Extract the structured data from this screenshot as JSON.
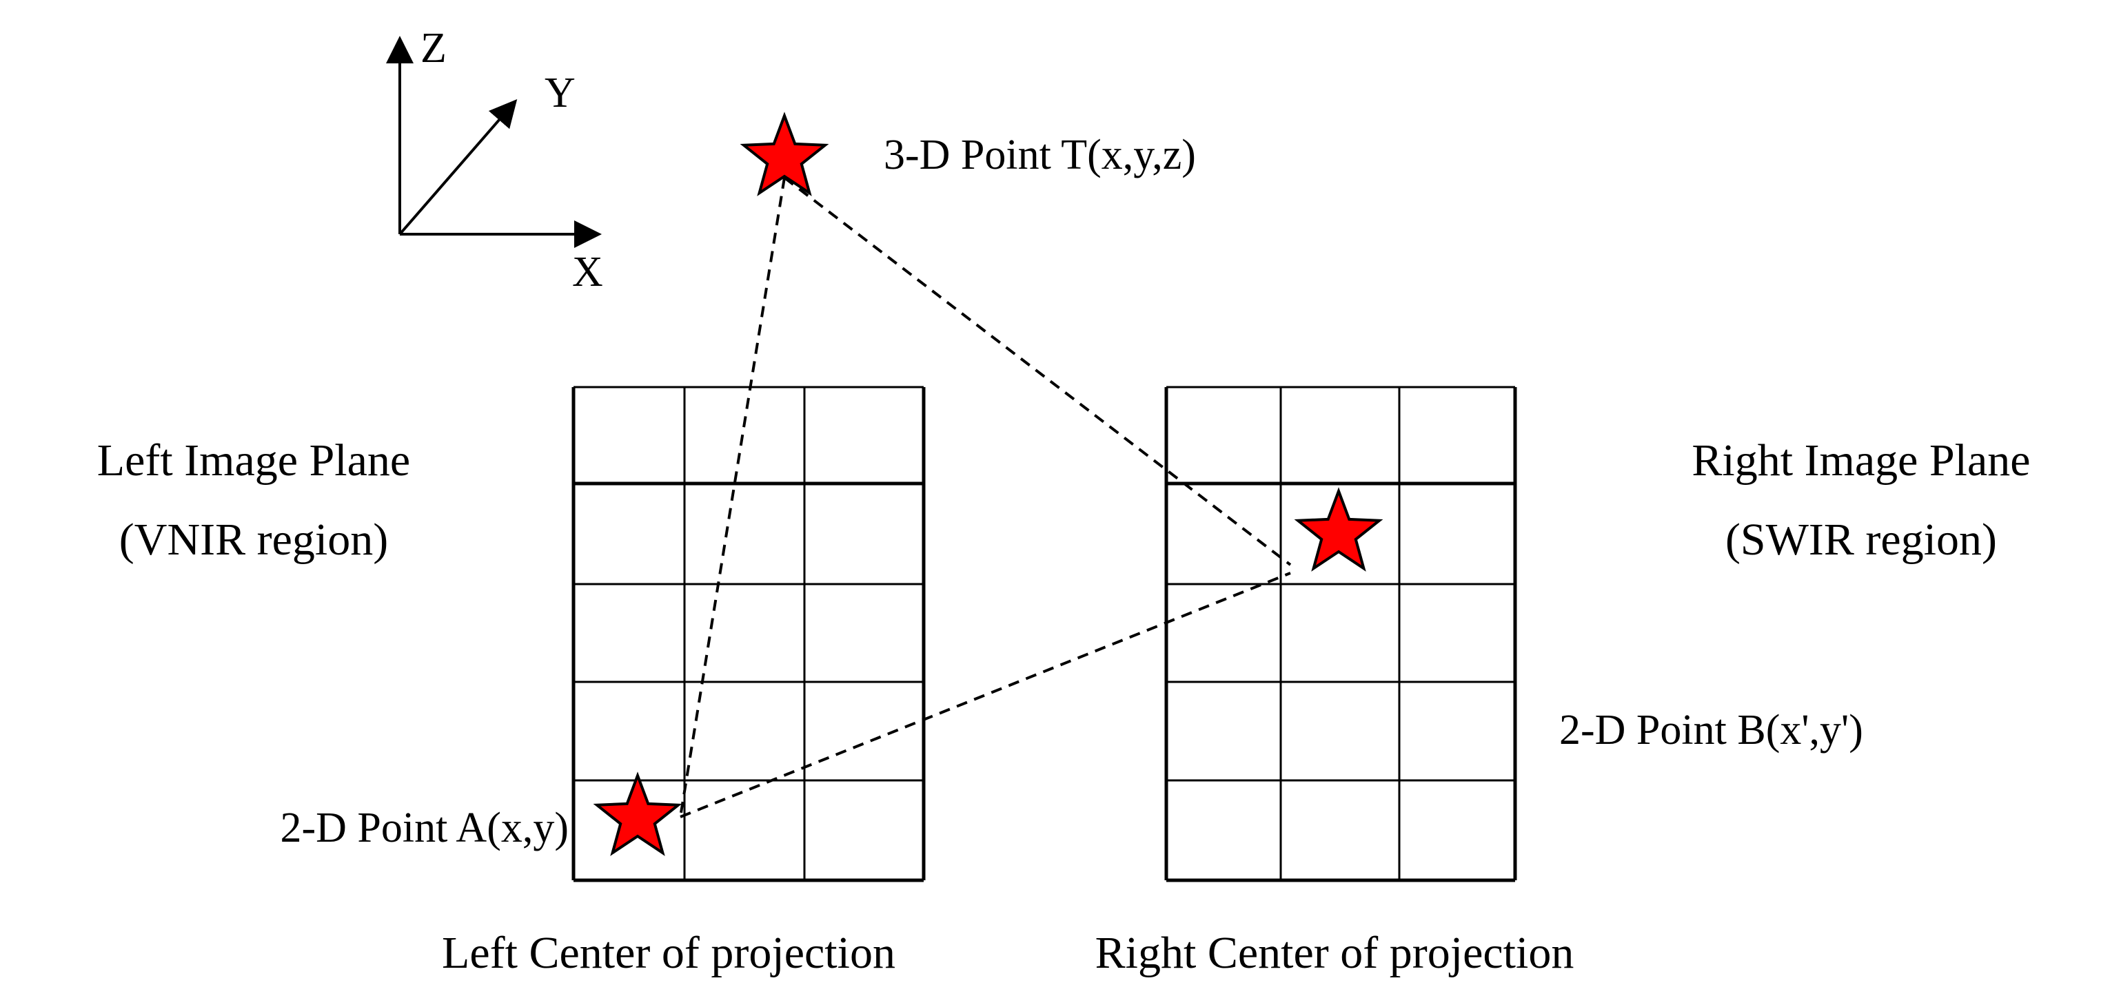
{
  "axes": {
    "x_label": "X",
    "y_label": "Y",
    "z_label": "Z"
  },
  "points": {
    "t_label": "3-D Point T(x,y,z)",
    "a_label": "2-D Point A(x,y)",
    "b_label": "2-D Point B(x',y')"
  },
  "left_plane": {
    "title": "Left Image Plane",
    "region": "(VNIR region)",
    "center_label": "Left Center of projection"
  },
  "right_plane": {
    "title": "Right Image Plane",
    "region": "(SWIR region)",
    "center_label": "Right Center of projection"
  },
  "colors": {
    "star_fill": "#ff0000",
    "line": "#000000",
    "background": "#ffffff"
  },
  "icons": {
    "star": "star-icon"
  }
}
